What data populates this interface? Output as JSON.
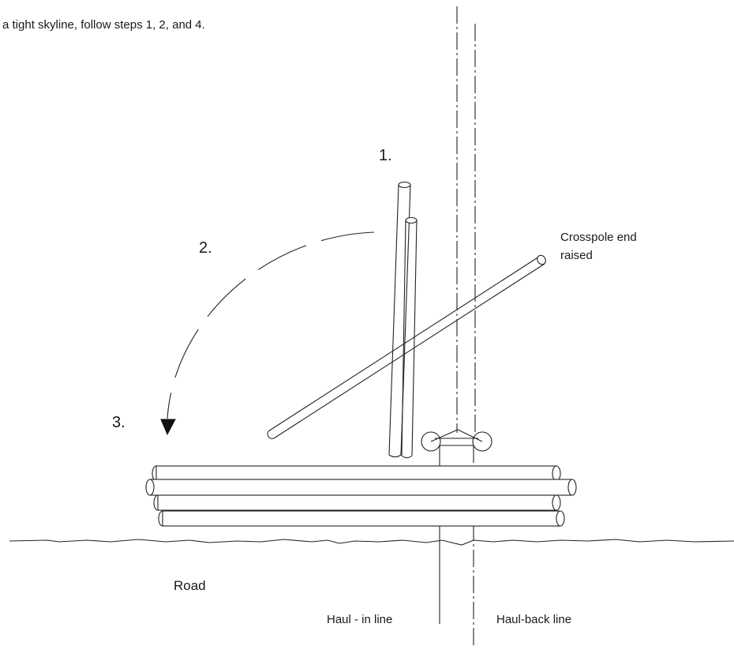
{
  "caption": "a tight skyline, follow steps 1, 2, and 4.",
  "steps": {
    "step1": "1.",
    "step2": "2.",
    "step3": "3."
  },
  "labels": {
    "crosspole_line1": "Crosspole end",
    "crosspole_line2": "raised",
    "road": "Road",
    "haul_in": "Haul - in line",
    "haul_back": "Haul-back line"
  }
}
